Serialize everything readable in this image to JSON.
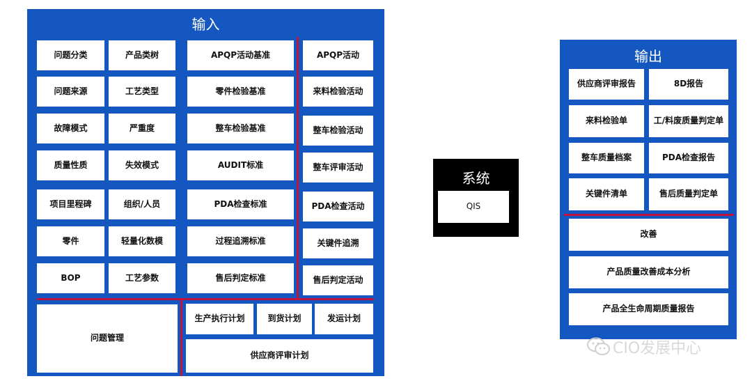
{
  "colors": {
    "panel": "#1457c0",
    "divider": "#c0143c",
    "system_bg": "#000000",
    "box": "#ffffff"
  },
  "input": {
    "title": "输入",
    "col1": [
      "问题分类",
      "问题来源",
      "故障模式",
      "质量性质",
      "项目里程碑",
      "零件",
      "BOP"
    ],
    "col2": [
      "产品类树",
      "工艺类型",
      "严重度",
      "失效模式",
      "组织/人员",
      "轻量化数模",
      "工艺参数"
    ],
    "standards": [
      "APQP活动基准",
      "零件检验基准",
      "整车检验基准",
      "AUDIT标准",
      "PDA检查标准",
      "过程追溯标准",
      "售后判定标准"
    ],
    "activities": [
      "APQP活动",
      "来料检验活动",
      "整车检验活动",
      "整车评审活动",
      "PDA检查活动",
      "关键件追溯",
      "售后判定活动"
    ],
    "problem_mgmt": "问题管理",
    "plans": [
      "生产执行计划",
      "到货计划",
      "发运计划"
    ],
    "supplier_plan": "供应商评审计划"
  },
  "system": {
    "title": "系统",
    "name": "QIS"
  },
  "output": {
    "title": "输出",
    "grid": [
      [
        "供应商评审报告",
        "8D报告"
      ],
      [
        "来料检验单",
        "工/料废质量判定单"
      ],
      [
        "整车质量档案",
        "PDA检查报告"
      ],
      [
        "关键件清单",
        "售后质量判定单"
      ]
    ],
    "wide": [
      "改善",
      "产品质量改善成本分析",
      "产品全生命周期质量报告"
    ]
  },
  "watermark": "CIO发展中心",
  "watermark_icon": "wechat-icon"
}
